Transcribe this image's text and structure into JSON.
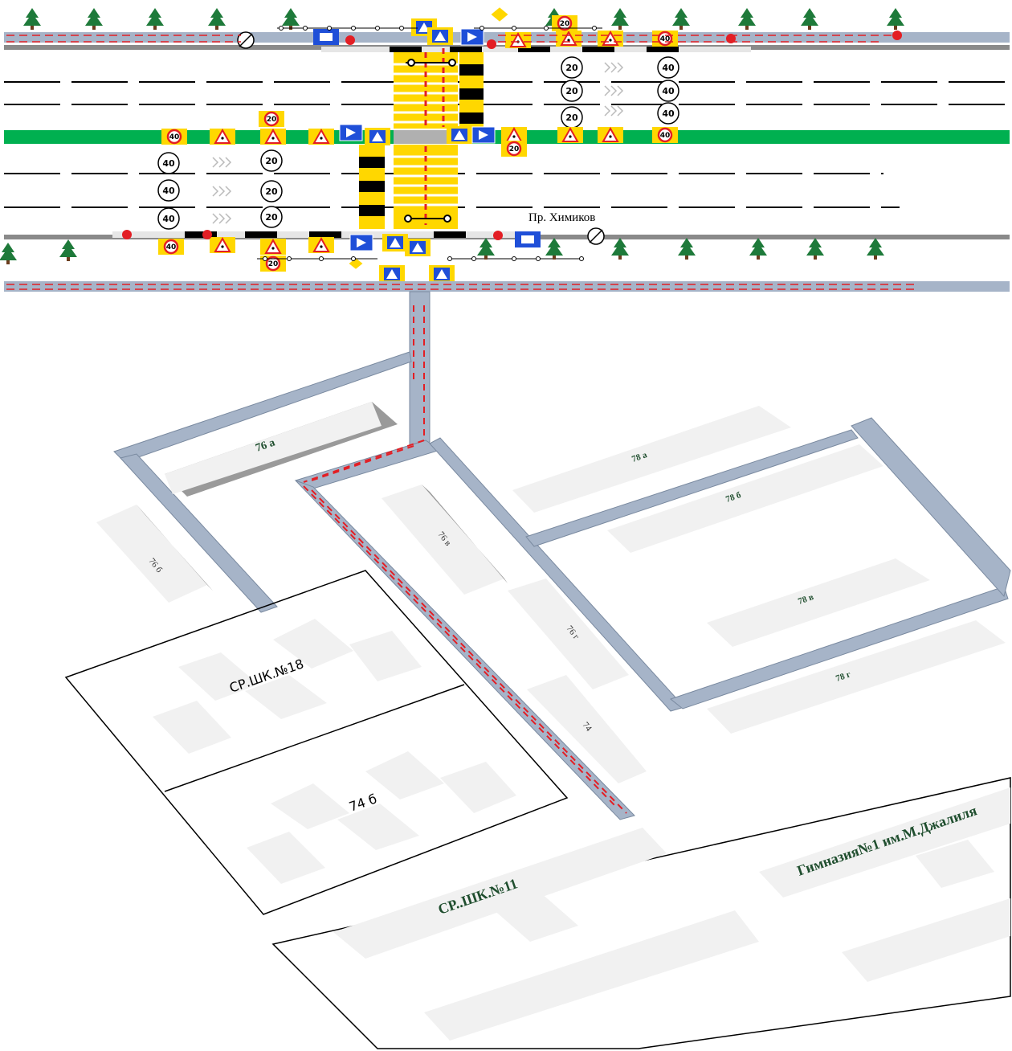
{
  "map": {
    "road_label": "Пр. Химиков",
    "buildings": {
      "b76a": "76 а",
      "b76b": "76 б",
      "b76v": "76 в",
      "b76g": "76 г",
      "b74": "74",
      "b78a": "78 а",
      "b78b": "78 б",
      "b78v": "78 в",
      "b78g": "78 г",
      "school18": "СР.ШК.№18",
      "b74b": "74 б",
      "school11": "СР..ШК.№11",
      "gymnasium": "Гимназия№1 им.М.Джалиля"
    },
    "speed_limits": {
      "s20": "20",
      "s40": "40"
    }
  },
  "colors": {
    "road": "#a6b4c8",
    "median": "#00b050",
    "route": "#e31e24",
    "sign_yellow": "#ffd700",
    "sign_blue": "#1f4fd8",
    "tree": "#1e7a3a",
    "building_top": "#f1f1f1",
    "building_side": "#9a9a9a",
    "school_label": "#1f4e2e"
  },
  "icons": [
    "tree-icon",
    "speed-limit-sign-icon",
    "children-warning-sign-icon",
    "crosswalk-sign-icon",
    "bus-stop-sign-icon",
    "priority-road-sign-icon",
    "direction-arrow-sign-icon",
    "traffic-light-icon"
  ]
}
